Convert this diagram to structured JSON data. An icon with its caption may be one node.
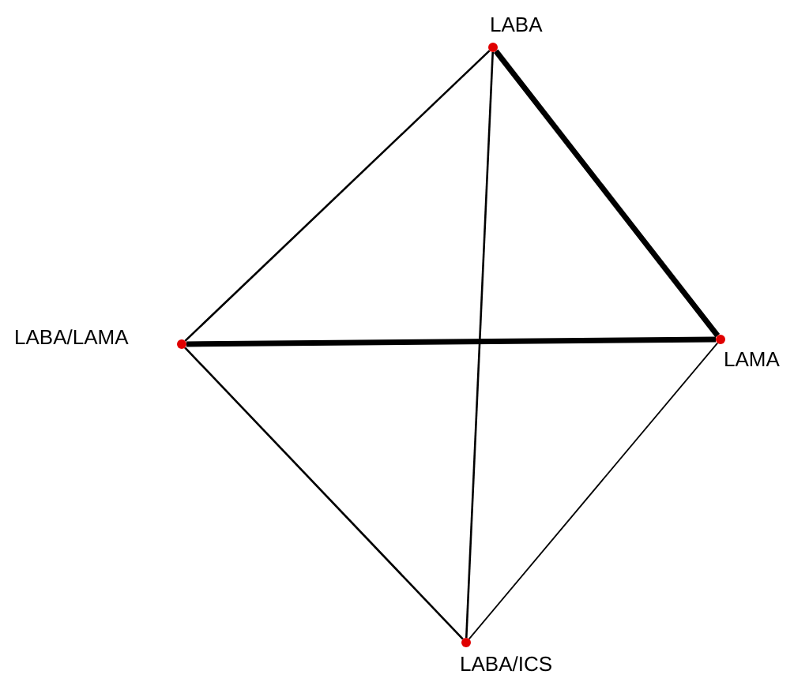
{
  "diagram": {
    "nodes": [
      {
        "text": [
          "LABA"
        ]
      },
      {
        "text": [
          "LAMA"
        ]
      },
      {
        "text": [
          "LABA/LAMA"
        ]
      },
      {
        "text": [
          "LABA/ICS"
        ]
      }
    ],
    "edges": [
      {
        "from": 0,
        "to": 1,
        "arrow": "none",
        "style": "thick"
      },
      {
        "from": 0,
        "to": 2,
        "arrow": "none"
      },
      {
        "from": 0,
        "to": 3,
        "arrow": "none"
      },
      {
        "from": 2,
        "to": 1,
        "arrow": "none",
        "style": "thick"
      },
      {
        "from": 2,
        "to": 3,
        "arrow": "none"
      },
      {
        "from": 1,
        "to": 3,
        "arrow": "none"
      }
    ]
  }
}
